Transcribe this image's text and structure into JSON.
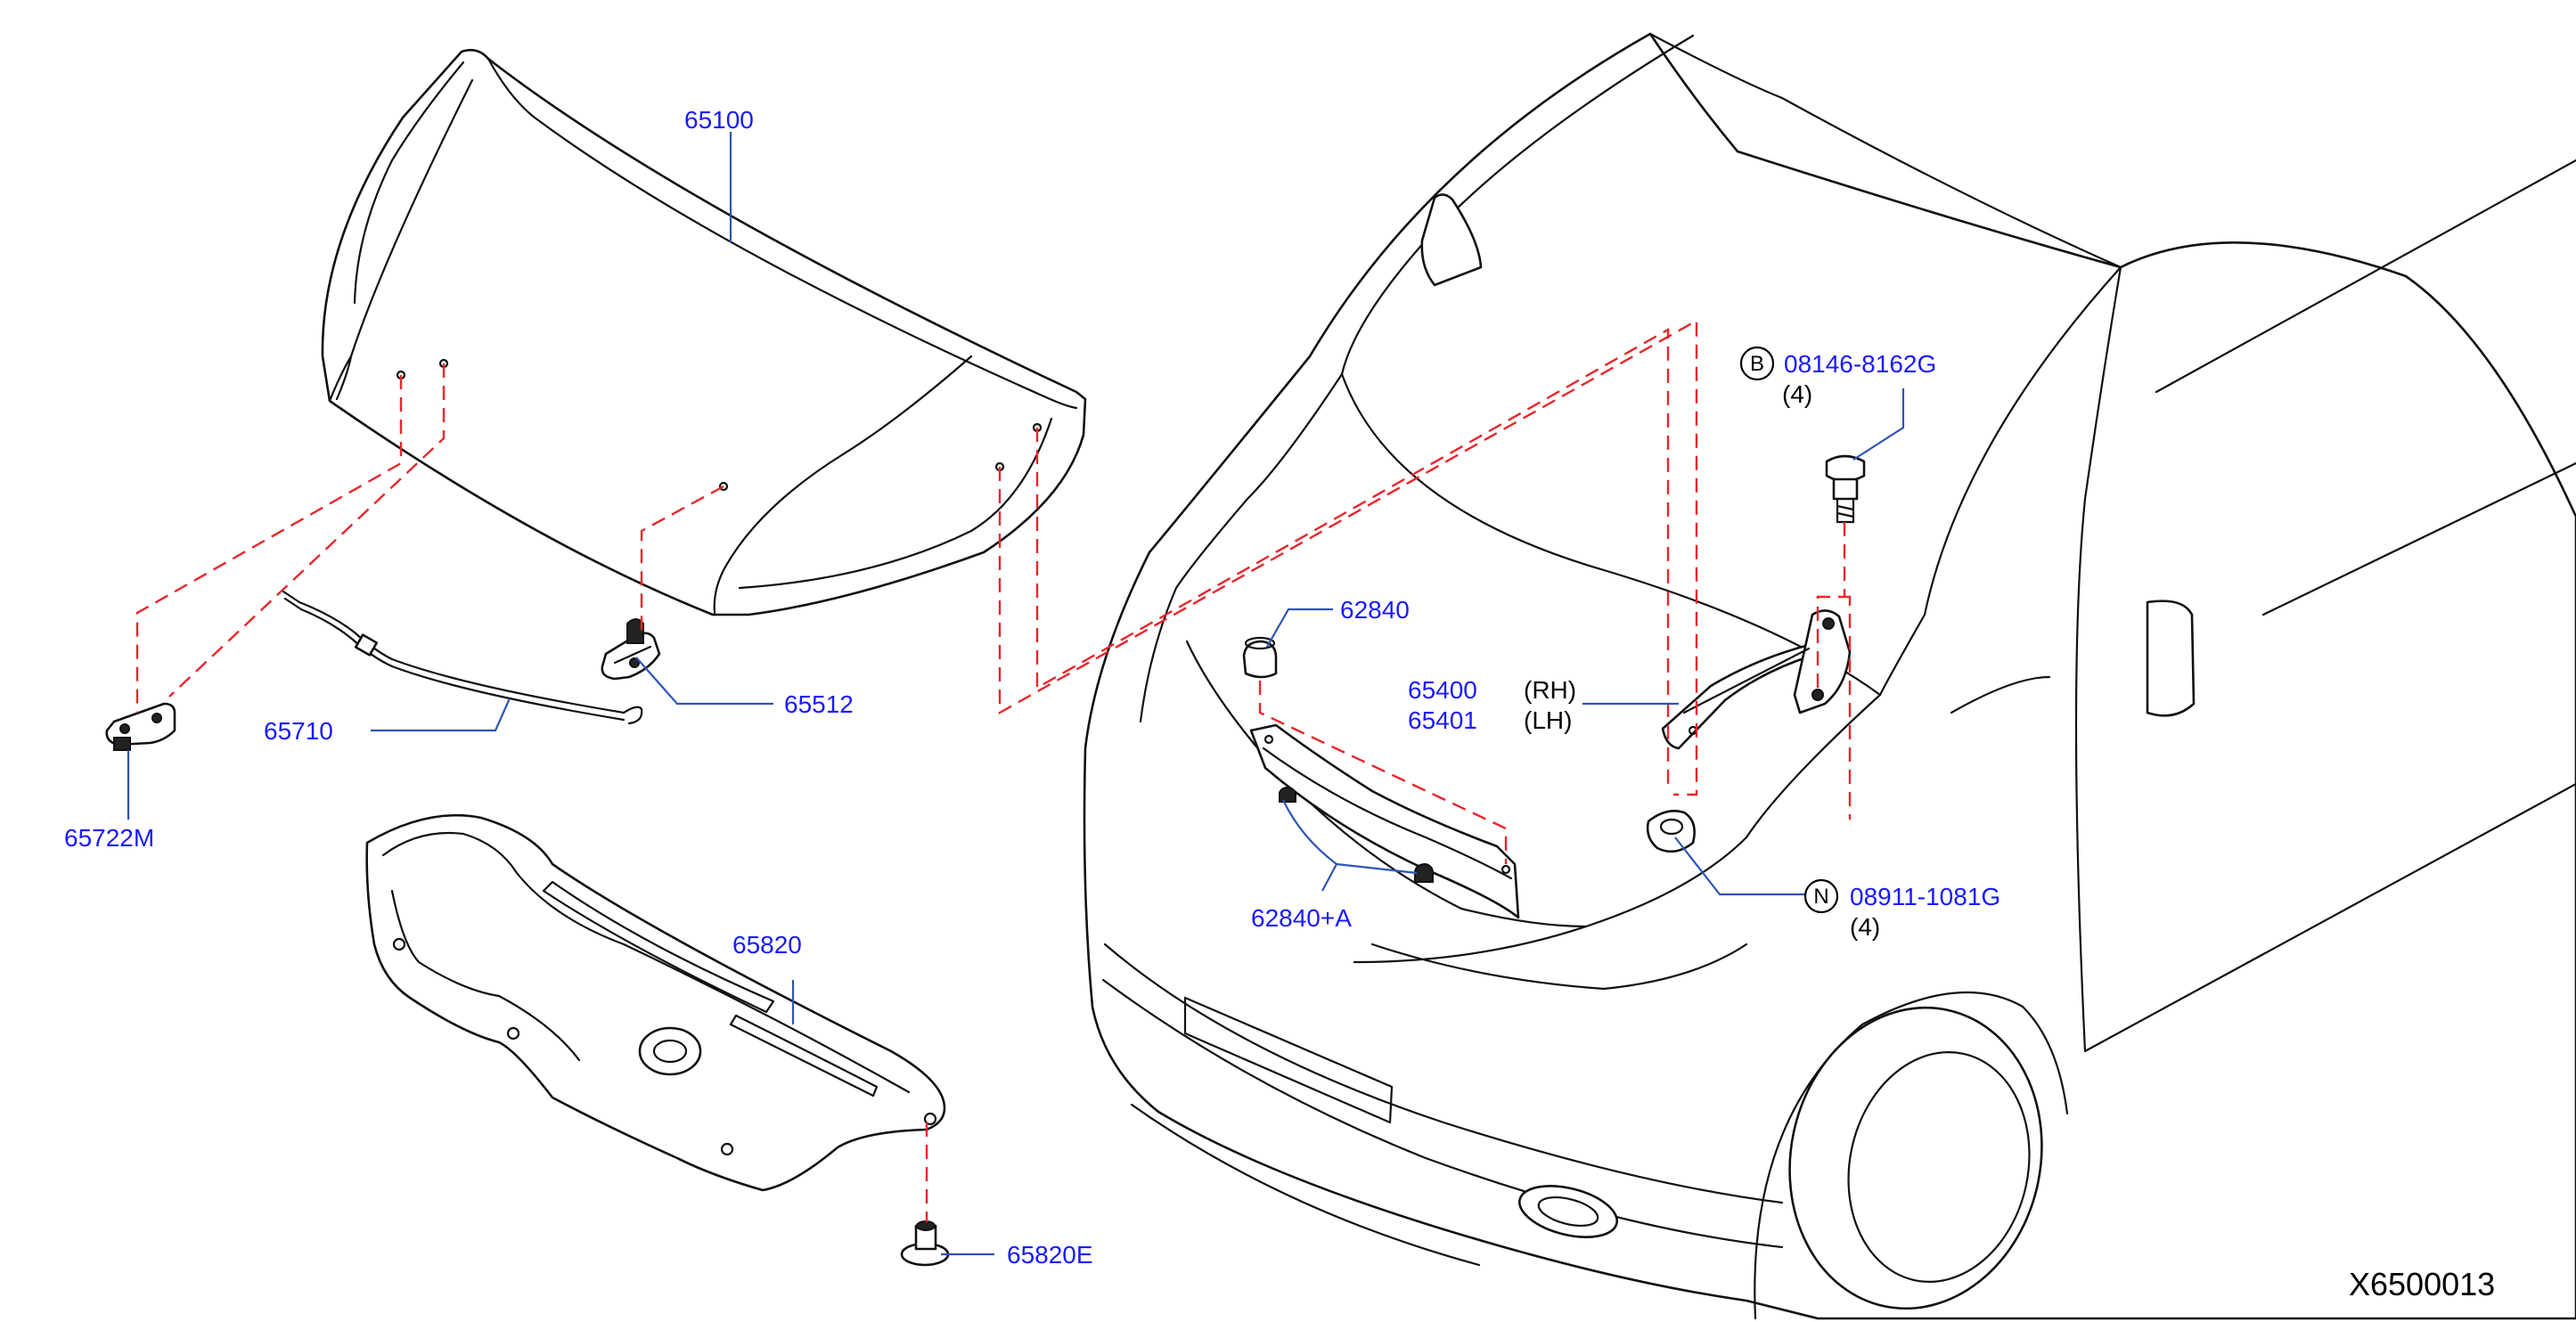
{
  "parts": {
    "hood": "65100",
    "hood_lock": "65512",
    "lock_control_cable": "65710",
    "hood_stay_bracket": "65722M",
    "insulator": "65820",
    "insulator_clip": "65820E",
    "bumper_rubber": "62840",
    "bumper_rubber_alt": "62840+A",
    "hinge_rh": "65400",
    "hinge_lh": "65401",
    "rh_tag": "(RH)",
    "lh_tag": "(LH)",
    "bolt": "08146-8162G",
    "bolt_symbol": "B",
    "bolt_qty": "(4)",
    "nut": "08911-1081G",
    "nut_symbol": "N",
    "nut_qty": "(4)"
  },
  "diagram_ref": "X6500013",
  "colors": {
    "label": "#1a1aff",
    "leader": "#2d55b5",
    "dash": "#e8262b",
    "line": "#111111"
  }
}
